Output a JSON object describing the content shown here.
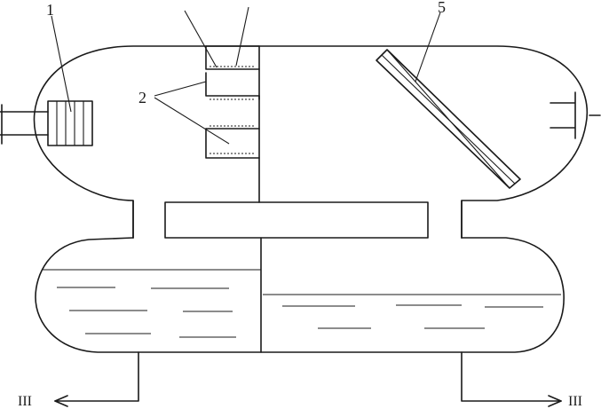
{
  "labels": {
    "part_1": "1",
    "part_2": "2",
    "part_5": "5",
    "outlet_left": "III",
    "outlet_right": "III"
  }
}
